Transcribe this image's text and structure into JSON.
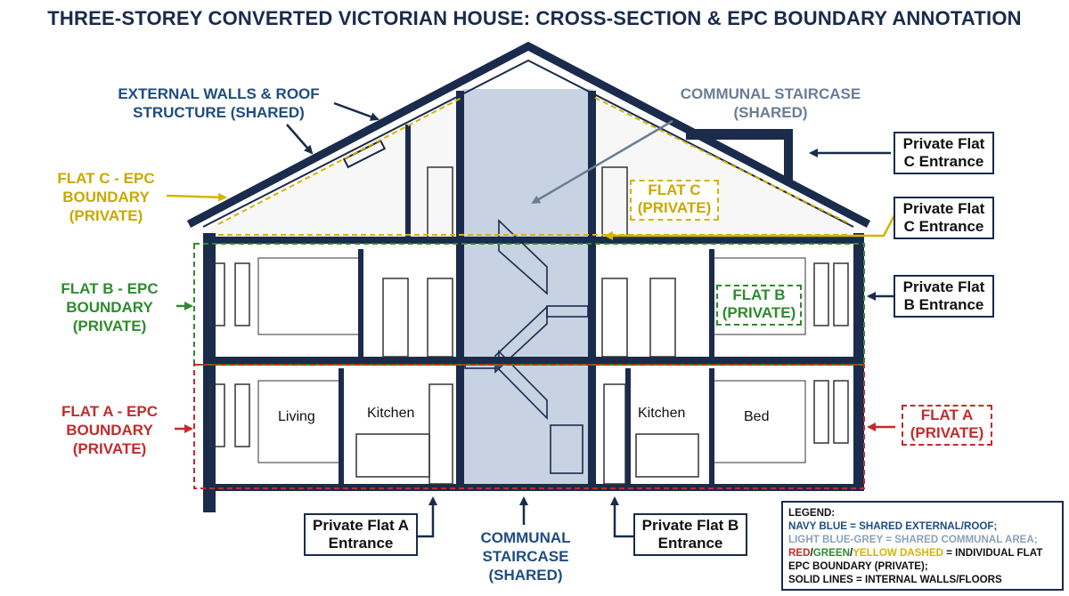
{
  "title": "THREE-STOREY CONVERTED VICTORIAN HOUSE: CROSS-SECTION & EPC BOUNDARY ANNOTATION",
  "labels": {
    "external_walls_line1": "EXTERNAL WALLS & ROOF",
    "external_walls_line2": "STRUCTURE (SHARED)",
    "communal_stair_top_line1": "COMMUNAL STAIRCASE",
    "communal_stair_top_line2": "(SHARED)",
    "flat_c_epc_line1": "FLAT C - EPC",
    "flat_c_epc_line2": "BOUNDARY",
    "flat_c_epc_line3": "(PRIVATE)",
    "flat_b_epc_line1": "FLAT B - EPC",
    "flat_b_epc_line2": "BOUNDARY",
    "flat_b_epc_line3": "(PRIVATE)",
    "flat_a_epc_line1": "FLAT A - EPC",
    "flat_a_epc_line2": "BOUNDARY",
    "flat_a_epc_line3": "(PRIVATE)",
    "flat_c_private_line1": "FLAT C",
    "flat_c_private_line2": "(PRIVATE)",
    "flat_b_private_line1": "FLAT B",
    "flat_b_private_line2": "(PRIVATE)",
    "flat_a_private_line1": "FLAT A",
    "flat_a_private_line2": "(PRIVATE)",
    "communal_stair_bottom_line1": "COMMUNAL",
    "communal_stair_bottom_line2": "STAIRCASE",
    "communal_stair_bottom_line3": "(SHARED)"
  },
  "entrances": {
    "flat_c_top_line1": "Private Flat",
    "flat_c_top_line2": "C Entrance",
    "flat_c_mid_line1": "Private Flat",
    "flat_c_mid_line2": "C Entrance",
    "flat_b_line1": "Private Flat",
    "flat_b_line2": "B Entrance",
    "flat_a_bottom_line1": "Private Flat A",
    "flat_a_bottom_line2": "Entrance",
    "flat_b_bottom_line1": "Private Flat B",
    "flat_b_bottom_line2": "Entrance"
  },
  "rooms": {
    "living": "Living",
    "kitchen_left": "Kitchen",
    "kitchen_right": "Kitchen",
    "bed": "Bed"
  },
  "legend": {
    "heading": "LEGEND:",
    "line1": "NAVY BLUE = SHARED EXTERNAL/ROOF;",
    "line2": "LIGHT BLUE-GREY = SHARED COMMUNAL AREA;",
    "line3_red": "RED",
    "line3_slash1": "/",
    "line3_green": "GREEN",
    "line3_slash2": "/",
    "line3_yellow": "YELLOW DASHED",
    "line3_rest": " = INDIVIDUAL FLAT",
    "line4": "EPC BOUNDARY (PRIVATE);",
    "line5": "SOLID LINES = INTERNAL WALLS/FLOORS"
  },
  "colors": {
    "navy": "#1a2b4c",
    "label_navy": "#1f4d80",
    "communal_fill": "#c7d3e3",
    "communal_text": "#6b7d95",
    "flat_a_red": "#c42b2b",
    "flat_b_green": "#2e8b2e",
    "flat_c_yellow": "#d4b400"
  }
}
